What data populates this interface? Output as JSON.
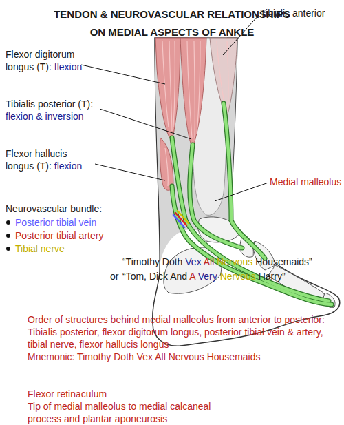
{
  "diagram": {
    "title": "TENDON & NEUROVASCULAR RELATIONSHIPS ON MEDIAL ASPECTS OF ANKLE",
    "labels": [
      "Tibialis anterior",
      "Flexor digitorum longus (T):",
      "flexion",
      "Tibialis posterior (T):",
      "flexion & inversion",
      "Flexor hallucis longus (T):",
      "flexion",
      "Medial malleolus",
      "Neurovascular bundle:",
      "Posterior tibial vein",
      "Posterior tibial artery",
      "Tibial nerve",
      "“Timothy Doth",
      "Vex",
      "All",
      "Nervous",
      "Housemaids”",
      "or",
      "“Tom, Dick And",
      "A",
      "Very",
      "Nervous",
      "Harry”",
      "Order of structures behind medial malleolus from anterior to posterior:",
      "Tibialis posterior, flexor digitorum longus, posterior tibial vein & artery, tibial nerve, flexor hallucis longus",
      "Mnemonic: Timothy Doth Vex All Nervous Housemaids",
      "Flexor retinaculum",
      "Tip of medial malleolus to medial calcaneal process and plantar aponeurosis"
    ]
  }
}
